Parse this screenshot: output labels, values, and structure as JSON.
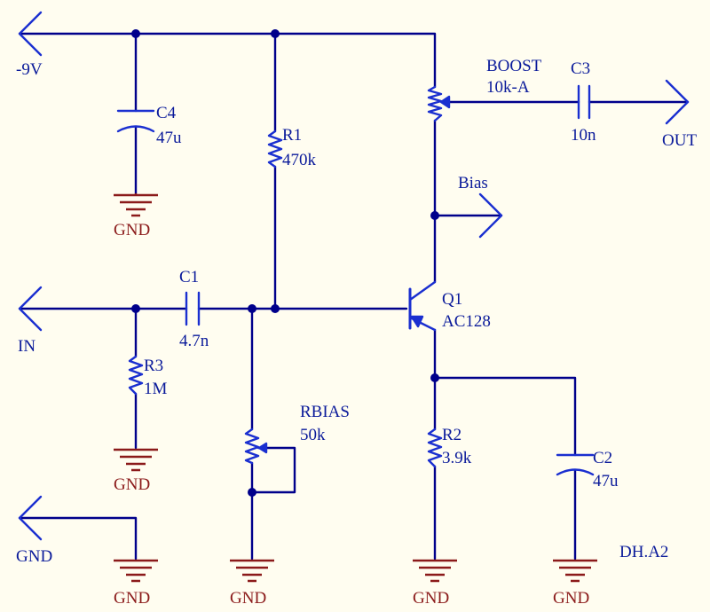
{
  "ports": {
    "neg9v": "-9V",
    "input": "IN",
    "ground": "GND",
    "output": "OUT",
    "bias": "Bias"
  },
  "components": {
    "c4": {
      "ref": "C4",
      "value": "47u"
    },
    "r1": {
      "ref": "R1",
      "value": "470k"
    },
    "c1": {
      "ref": "C1",
      "value": "4.7n"
    },
    "r3": {
      "ref": "R3",
      "value": "1M"
    },
    "rbias": {
      "ref": "RBIAS",
      "value": "50k"
    },
    "boost": {
      "ref": "BOOST",
      "value": "10k-A"
    },
    "c3": {
      "ref": "C3",
      "value": "10n"
    },
    "q1": {
      "ref": "Q1",
      "value": "AC128"
    },
    "r2": {
      "ref": "R2",
      "value": "3.9k"
    },
    "c2": {
      "ref": "C2",
      "value": "47u"
    }
  },
  "ground_label": "GND",
  "sheet_id": "DH.A2"
}
